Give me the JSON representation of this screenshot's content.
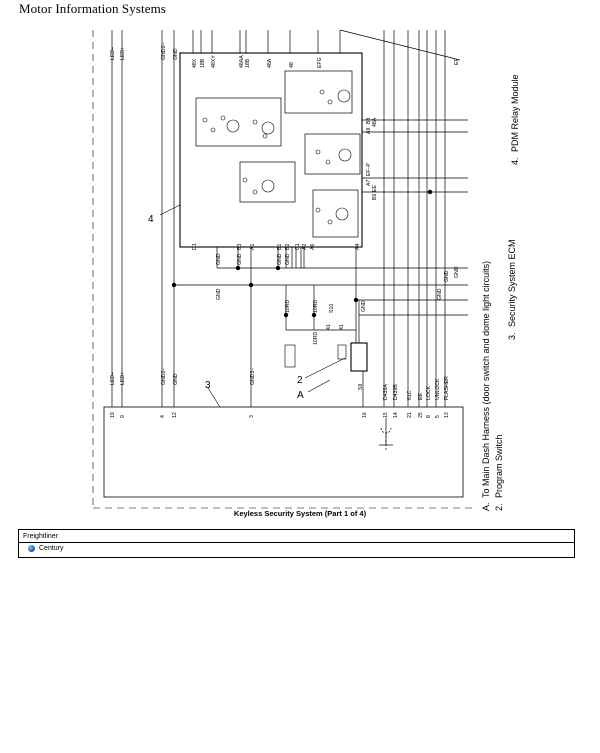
{
  "header": {
    "title": "Motor Information Systems"
  },
  "diagram": {
    "title": "Keyless Security System (Part 1 of 4)",
    "top_left_wires": [
      "LED–",
      "LED+",
      "GND2–",
      "GND"
    ],
    "module_pins": [
      "C1",
      "D2",
      "D3",
      "C8",
      "B6",
      "C6",
      "C7",
      "C4",
      "C9",
      "C9"
    ],
    "module_wires": [
      "48X",
      "18B",
      "48XY",
      "48AA",
      "18B",
      "48A",
      "48",
      "EFG"
    ],
    "relay_labels": [
      "A9",
      "B8",
      "EF",
      "48A",
      "A7",
      "EF–P",
      "B6",
      "EE"
    ],
    "ecm_pins": [
      "D1",
      "B3",
      "A1",
      "B1",
      "B2",
      "C1",
      "A2",
      "A6",
      "A4"
    ],
    "ecm_wires": [
      "GND",
      "GND",
      "GND",
      "GND",
      "GND",
      "GND"
    ],
    "switch_labels": [
      "10RD",
      "10RD",
      "10RD",
      "41",
      "41",
      "S10",
      "S9",
      "GND",
      "GND",
      "41"
    ],
    "left_wires": [
      "LED–",
      "LED+",
      "GND2–",
      "GND",
      "GND3–",
      "GND4"
    ],
    "harness_wires": [
      "D439A",
      "D439B",
      "61C",
      "EE",
      "LOCK",
      "UNLOCK",
      "FLASHER"
    ],
    "ecm_bottom_pins": [
      "19",
      "9",
      "4",
      "12",
      "3",
      "16",
      "15",
      "14",
      "21",
      "25",
      "8",
      "5",
      "13"
    ],
    "callouts": [
      "4",
      "3",
      "2",
      "A",
      "EF",
      "GND",
      "GND"
    ],
    "legend": [
      {
        "id": "A.",
        "text": "To Main Dash Harness (door switch and dome light circuits)"
      },
      {
        "id": "2.",
        "text": "Program Switch"
      },
      {
        "id": "3.",
        "text": "Security System ECM"
      },
      {
        "id": "4.",
        "text": "PDM Relay Module"
      }
    ]
  },
  "footer": {
    "brand": "Freightliner",
    "model": "Century",
    "accent": "#1d6fc9"
  }
}
